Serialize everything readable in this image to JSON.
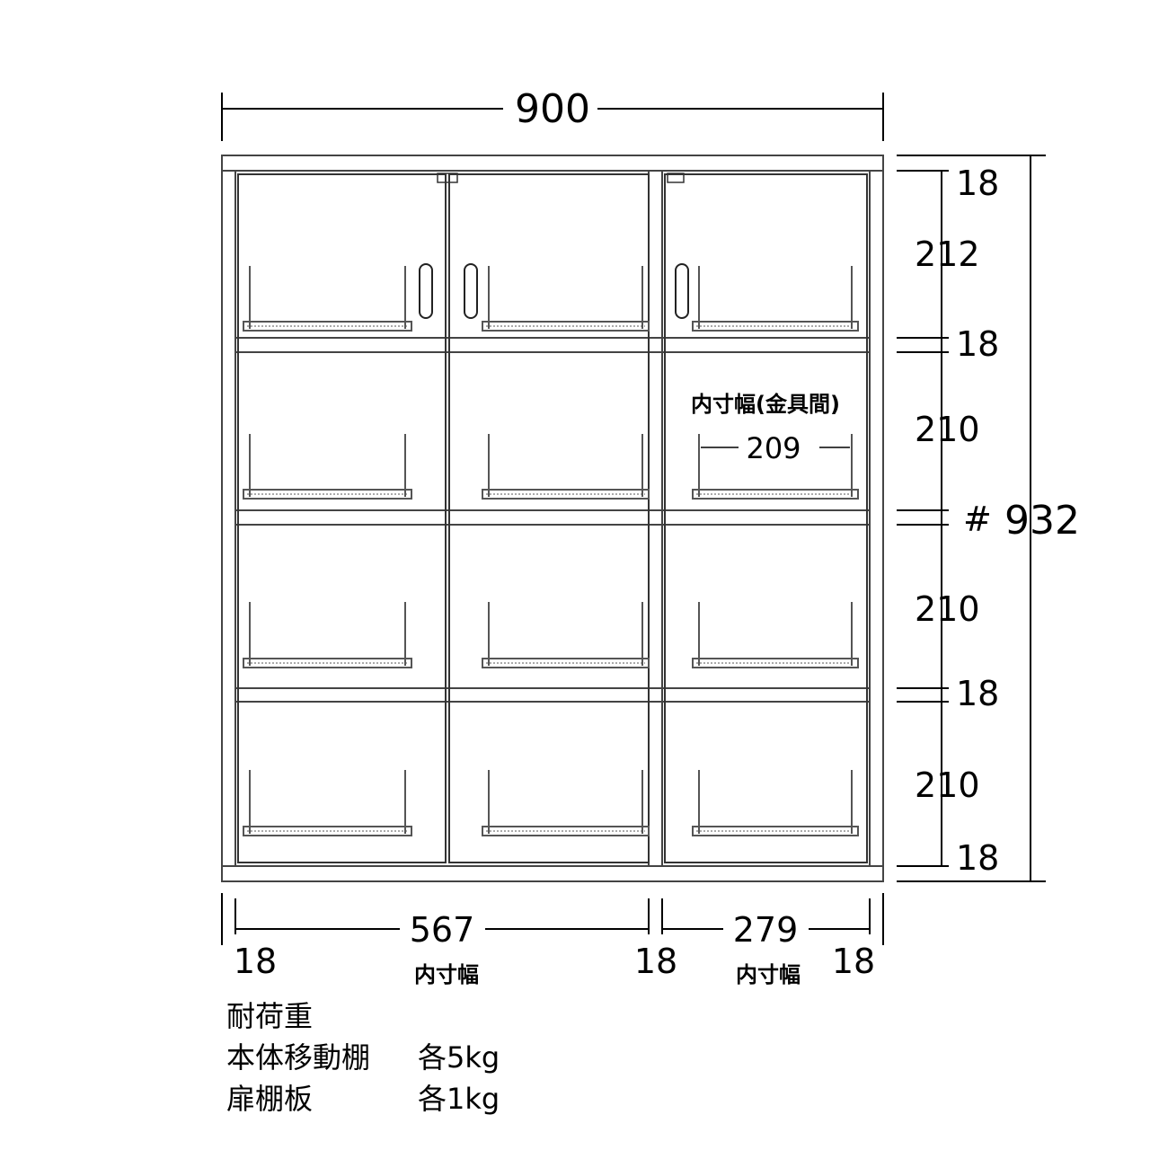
{
  "dimensions": {
    "total_width": "900",
    "total_height": "932",
    "height_marker": "#",
    "right_column": [
      "18",
      "212",
      "18",
      "210",
      "210",
      "18",
      "210",
      "18"
    ],
    "bottom_row": {
      "left_side": "18",
      "left_inner": "567",
      "middle_side": "18",
      "right_inner": "279",
      "right_side": "18"
    },
    "bottom_labels": {
      "left_inner_label": "内寸幅",
      "right_inner_label": "内寸幅"
    },
    "inner_hardware": {
      "label": "内寸幅(金具間)",
      "value": "209"
    }
  },
  "notes": {
    "title": "耐荷重",
    "rows": [
      {
        "label": "本体移動棚",
        "value": "各5kg"
      },
      {
        "label": "扉棚板",
        "value": "各1kg"
      }
    ]
  }
}
